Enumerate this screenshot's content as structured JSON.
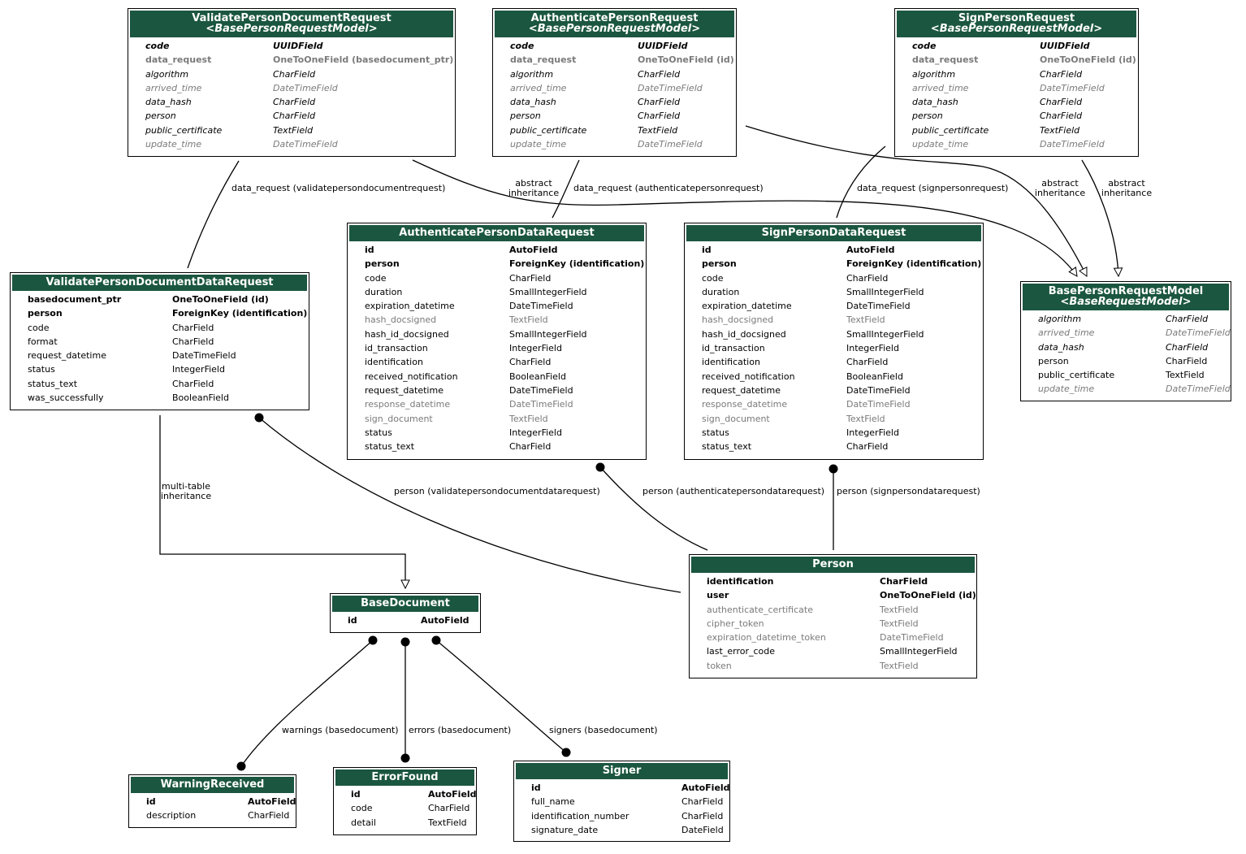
{
  "models": [
    {
      "id": "validate_req",
      "title": "ValidatePersonDocumentRequest",
      "subtitle": "<BasePersonRequestModel>",
      "fields": [
        {
          "name": "code",
          "type": "UUIDField",
          "pk": true,
          "inherited": true
        },
        {
          "name": "data_request",
          "type": "OneToOneField (basedocument_ptr)",
          "pk": true,
          "opt": true
        },
        {
          "name": "algorithm",
          "type": "CharField",
          "inherited": true
        },
        {
          "name": "arrived_time",
          "type": "DateTimeField",
          "inherited": true,
          "opt": true
        },
        {
          "name": "data_hash",
          "type": "CharField",
          "inherited": true
        },
        {
          "name": "person",
          "type": "CharField",
          "inherited": true
        },
        {
          "name": "public_certificate",
          "type": "TextField",
          "inherited": true
        },
        {
          "name": "update_time",
          "type": "DateTimeField",
          "inherited": true,
          "opt": true
        }
      ]
    },
    {
      "id": "auth_req",
      "title": "AuthenticatePersonRequest",
      "subtitle": "<BasePersonRequestModel>",
      "fields": [
        {
          "name": "code",
          "type": "UUIDField",
          "pk": true,
          "inherited": true
        },
        {
          "name": "data_request",
          "type": "OneToOneField (id)",
          "pk": true,
          "opt": true
        },
        {
          "name": "algorithm",
          "type": "CharField",
          "inherited": true
        },
        {
          "name": "arrived_time",
          "type": "DateTimeField",
          "inherited": true,
          "opt": true
        },
        {
          "name": "data_hash",
          "type": "CharField",
          "inherited": true
        },
        {
          "name": "person",
          "type": "CharField",
          "inherited": true
        },
        {
          "name": "public_certificate",
          "type": "TextField",
          "inherited": true
        },
        {
          "name": "update_time",
          "type": "DateTimeField",
          "inherited": true,
          "opt": true
        }
      ]
    },
    {
      "id": "sign_req",
      "title": "SignPersonRequest",
      "subtitle": "<BasePersonRequestModel>",
      "fields": [
        {
          "name": "code",
          "type": "UUIDField",
          "pk": true,
          "inherited": true
        },
        {
          "name": "data_request",
          "type": "OneToOneField (id)",
          "pk": true,
          "opt": true
        },
        {
          "name": "algorithm",
          "type": "CharField",
          "inherited": true
        },
        {
          "name": "arrived_time",
          "type": "DateTimeField",
          "inherited": true,
          "opt": true
        },
        {
          "name": "data_hash",
          "type": "CharField",
          "inherited": true
        },
        {
          "name": "person",
          "type": "CharField",
          "inherited": true
        },
        {
          "name": "public_certificate",
          "type": "TextField",
          "inherited": true
        },
        {
          "name": "update_time",
          "type": "DateTimeField",
          "inherited": true,
          "opt": true
        }
      ]
    },
    {
      "id": "auth_data",
      "title": "AuthenticatePersonDataRequest",
      "subtitle": "",
      "fields": [
        {
          "name": "id",
          "type": "AutoField",
          "pk": true
        },
        {
          "name": "person",
          "type": "ForeignKey (identification)",
          "pk": true
        },
        {
          "name": "code",
          "type": "CharField"
        },
        {
          "name": "duration",
          "type": "SmallIntegerField"
        },
        {
          "name": "expiration_datetime",
          "type": "DateTimeField"
        },
        {
          "name": "hash_docsigned",
          "type": "TextField",
          "opt": true
        },
        {
          "name": "hash_id_docsigned",
          "type": "SmallIntegerField"
        },
        {
          "name": "id_transaction",
          "type": "IntegerField"
        },
        {
          "name": "identification",
          "type": "CharField"
        },
        {
          "name": "received_notification",
          "type": "BooleanField"
        },
        {
          "name": "request_datetime",
          "type": "DateTimeField"
        },
        {
          "name": "response_datetime",
          "type": "DateTimeField",
          "opt": true
        },
        {
          "name": "sign_document",
          "type": "TextField",
          "opt": true
        },
        {
          "name": "status",
          "type": "IntegerField"
        },
        {
          "name": "status_text",
          "type": "CharField"
        }
      ]
    },
    {
      "id": "sign_data",
      "title": "SignPersonDataRequest",
      "subtitle": "",
      "fields": [
        {
          "name": "id",
          "type": "AutoField",
          "pk": true
        },
        {
          "name": "person",
          "type": "ForeignKey (identification)",
          "pk": true
        },
        {
          "name": "code",
          "type": "CharField"
        },
        {
          "name": "duration",
          "type": "SmallIntegerField"
        },
        {
          "name": "expiration_datetime",
          "type": "DateTimeField"
        },
        {
          "name": "hash_docsigned",
          "type": "TextField",
          "opt": true
        },
        {
          "name": "hash_id_docsigned",
          "type": "SmallIntegerField"
        },
        {
          "name": "id_transaction",
          "type": "IntegerField"
        },
        {
          "name": "identification",
          "type": "CharField"
        },
        {
          "name": "received_notification",
          "type": "BooleanField"
        },
        {
          "name": "request_datetime",
          "type": "DateTimeField"
        },
        {
          "name": "response_datetime",
          "type": "DateTimeField",
          "opt": true
        },
        {
          "name": "sign_document",
          "type": "TextField",
          "opt": true
        },
        {
          "name": "status",
          "type": "IntegerField"
        },
        {
          "name": "status_text",
          "type": "CharField"
        }
      ]
    },
    {
      "id": "base_person_req",
      "title": "BasePersonRequestModel",
      "subtitle": "<BaseRequestModel>",
      "fields": [
        {
          "name": "algorithm",
          "type": "CharField",
          "inherited": true
        },
        {
          "name": "arrived_time",
          "type": "DateTimeField",
          "inherited": true,
          "opt": true
        },
        {
          "name": "data_hash",
          "type": "CharField",
          "inherited": true
        },
        {
          "name": "person",
          "type": "CharField"
        },
        {
          "name": "public_certificate",
          "type": "TextField"
        },
        {
          "name": "update_time",
          "type": "DateTimeField",
          "inherited": true,
          "opt": true
        }
      ]
    },
    {
      "id": "validate_data",
      "title": "ValidatePersonDocumentDataRequest",
      "subtitle": "",
      "fields": [
        {
          "name": "basedocument_ptr",
          "type": "OneToOneField (id)",
          "pk": true
        },
        {
          "name": "person",
          "type": "ForeignKey (identification)",
          "pk": true
        },
        {
          "name": "code",
          "type": "CharField"
        },
        {
          "name": "format",
          "type": "CharField"
        },
        {
          "name": "request_datetime",
          "type": "DateTimeField"
        },
        {
          "name": "status",
          "type": "IntegerField"
        },
        {
          "name": "status_text",
          "type": "CharField"
        },
        {
          "name": "was_successfully",
          "type": "BooleanField"
        }
      ]
    },
    {
      "id": "person",
      "title": "Person",
      "subtitle": "",
      "fields": [
        {
          "name": "identification",
          "type": "CharField",
          "pk": true
        },
        {
          "name": "user",
          "type": "OneToOneField (id)",
          "pk": true
        },
        {
          "name": "authenticate_certificate",
          "type": "TextField",
          "opt": true
        },
        {
          "name": "cipher_token",
          "type": "TextField",
          "opt": true
        },
        {
          "name": "expiration_datetime_token",
          "type": "DateTimeField",
          "opt": true
        },
        {
          "name": "last_error_code",
          "type": "SmallIntegerField"
        },
        {
          "name": "token",
          "type": "TextField",
          "opt": true
        }
      ]
    },
    {
      "id": "base_document",
      "title": "BaseDocument",
      "subtitle": "",
      "fields": [
        {
          "name": "id",
          "type": "AutoField",
          "pk": true
        }
      ]
    },
    {
      "id": "warning",
      "title": "WarningReceived",
      "subtitle": "",
      "fields": [
        {
          "name": "id",
          "type": "AutoField",
          "pk": true
        },
        {
          "name": "description",
          "type": "CharField"
        }
      ]
    },
    {
      "id": "error",
      "title": "ErrorFound",
      "subtitle": "",
      "fields": [
        {
          "name": "id",
          "type": "AutoField",
          "pk": true
        },
        {
          "name": "code",
          "type": "CharField"
        },
        {
          "name": "detail",
          "type": "TextField"
        }
      ]
    },
    {
      "id": "signer",
      "title": "Signer",
      "subtitle": "",
      "fields": [
        {
          "name": "id",
          "type": "AutoField",
          "pk": true
        },
        {
          "name": "full_name",
          "type": "CharField"
        },
        {
          "name": "identification_number",
          "type": "CharField"
        },
        {
          "name": "signature_date",
          "type": "DateField"
        }
      ]
    }
  ],
  "edge_labels": {
    "validate_data_request": "data_request (validatepersondocumentrequest)",
    "abstract_inheritance_1": "abstract\ninheritance",
    "auth_data_request": "data_request (authenticatepersonrequest)",
    "sign_data_request": "data_request (signpersonrequest)",
    "abstract_inheritance_2": "abstract\ninheritance",
    "abstract_inheritance_3": "abstract\ninheritance",
    "multi_table_inheritance": "multi-table\ninheritance",
    "person_validate": "person (validatepersondocumentdatarequest)",
    "person_auth": "person (authenticatepersondatarequest)",
    "person_sign": "person (signpersondatarequest)",
    "warnings": "warnings (basedocument)",
    "errors": "errors (basedocument)",
    "signers": "signers (basedocument)"
  },
  "colors": {
    "header": "#1b5640",
    "header_text": "#ffffff",
    "muted": "#7a7a7a"
  }
}
